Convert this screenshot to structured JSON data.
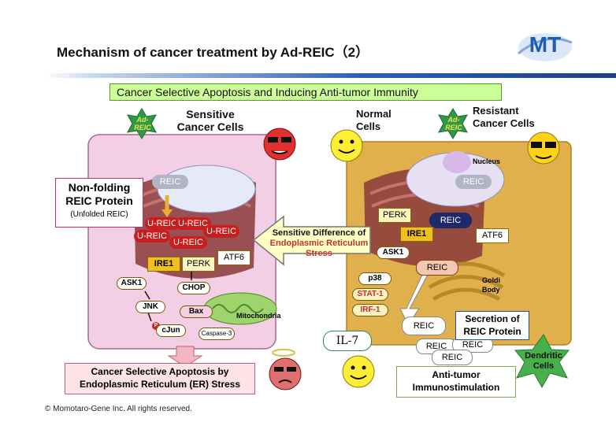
{
  "header": {
    "title": "Mechanism of cancer treatment by Ad-REIC（2）",
    "logo_text": "MT"
  },
  "banner": "Cancer Selective Apoptosis and Inducing Anti-tumor Immunity",
  "left": {
    "label_line1": "Sensitive",
    "label_line2": "Cancer Cells",
    "ad_reic_line1": "Ad-",
    "ad_reic_line2": "REIC",
    "reic": "REIC",
    "nonfold_line1": "Non-folding",
    "nonfold_line2": "REIC Protein",
    "nonfold_line3": "(Unfolded REIC)",
    "ureic": [
      "U-REIC",
      "U-REIC",
      "U-REIC",
      "U-REIC",
      "U-REIC"
    ],
    "ire1": "IRE1",
    "perk": "PERK",
    "atf6": "ATF6",
    "ask1": "ASK1",
    "chop": "CHOP",
    "jnk": "JNK",
    "bax": "Bax",
    "mitochondria": "Mitochondria",
    "p_label": "P",
    "cjun": "cJun",
    "caspase": "Caspase-3",
    "result_line1": "Cancer Selective Apoptosis by",
    "result_line2": "Endoplasmic Reticulum (ER) Stress"
  },
  "middle": {
    "line1": "Sensitive Difference of",
    "line2": "Endoplasmic Reticulum",
    "line3": "Stress"
  },
  "right": {
    "normal_line1": "Normal",
    "normal_line2": "Cells",
    "resistant_line1": "Resistant",
    "resistant_line2": "Cancer Cells",
    "ad_reic_line1": "Ad-",
    "ad_reic_line2": "REIC",
    "nucleus": "Nucleus",
    "reic_top": "REIC",
    "perk": "PERK",
    "reic_dark": "REIC",
    "ire1": "IRE1",
    "atf6": "ATF6",
    "ask1": "ASK1",
    "reic_mid": "REIC",
    "p38": "p38",
    "stat1": "STAT-1",
    "irf1": "IRF-1",
    "golgi_line1": "Goldi",
    "golgi_line2": "Body",
    "reic_secreted": [
      "REIC",
      "REIC",
      "REIC",
      "REIC"
    ],
    "secretion_line1": "Secretion of",
    "secretion_line2": "REIC Protein",
    "il7": "IL-7",
    "dendritic_line1": "Dendritic",
    "dendritic_line2": "Cells",
    "antitumor_line1": "Anti-tumor",
    "antitumor_line2": "Immunostimulation"
  },
  "footer": "© Momotaro-Gene Inc. All rights reserved."
}
